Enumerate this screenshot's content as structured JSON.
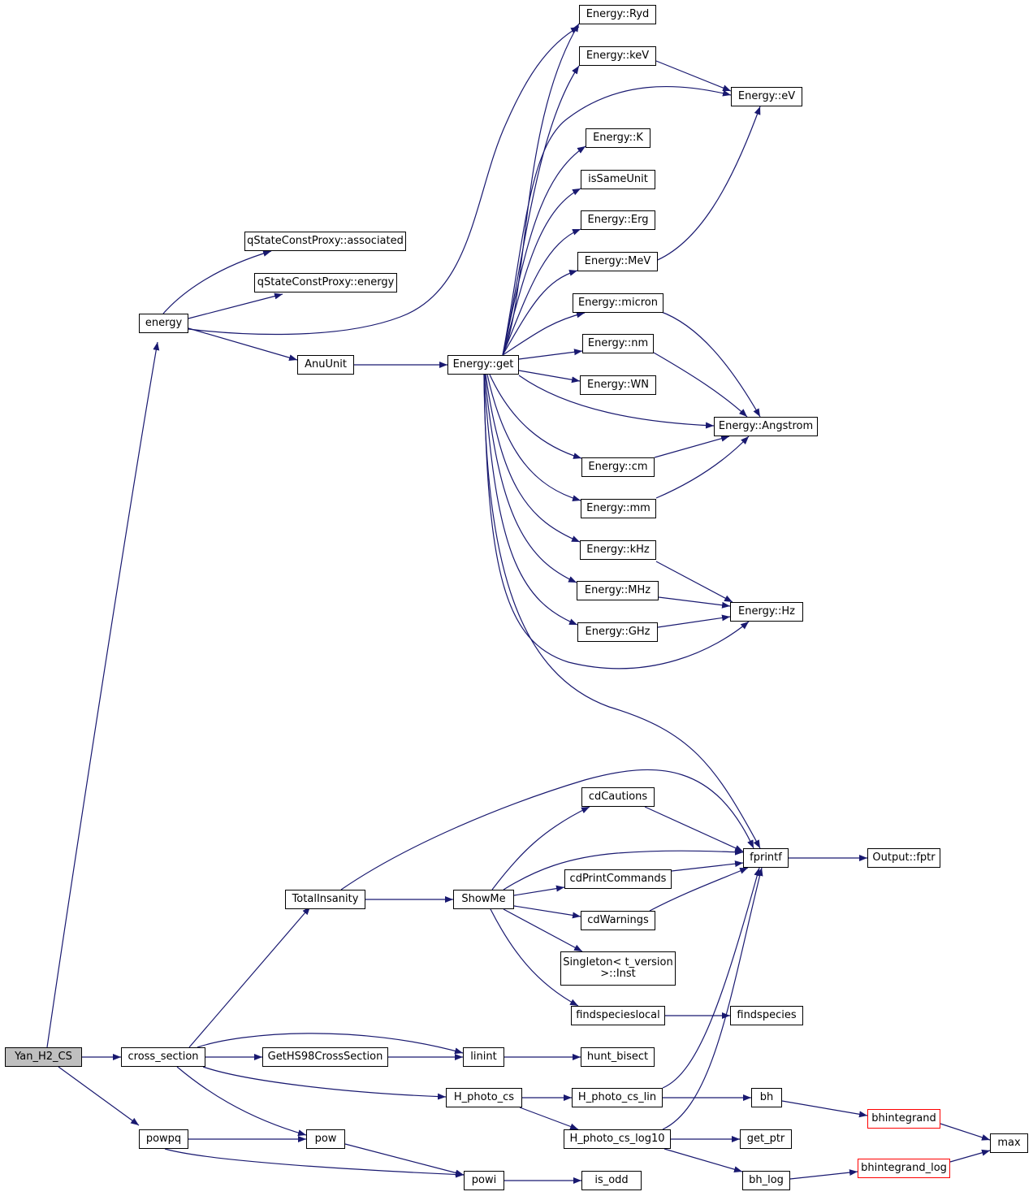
{
  "graph": {
    "nodes": [
      {
        "id": "yan",
        "label": "Yan_H2_CS",
        "root": true
      },
      {
        "id": "energy",
        "label": "energy"
      },
      {
        "id": "cross_section",
        "label": "cross_section"
      },
      {
        "id": "powpq",
        "label": "powpq"
      },
      {
        "id": "qscp_assoc",
        "label": "qStateConstProxy::associated"
      },
      {
        "id": "qscp_energy",
        "label": "qStateConstProxy::energy"
      },
      {
        "id": "anuunit",
        "label": "AnuUnit"
      },
      {
        "id": "energy_get",
        "label": "Energy::get"
      },
      {
        "id": "ryd",
        "label": "Energy::Ryd"
      },
      {
        "id": "kev",
        "label": "Energy::keV"
      },
      {
        "id": "ev",
        "label": "Energy::eV"
      },
      {
        "id": "ek",
        "label": "Energy::K"
      },
      {
        "id": "issameunit",
        "label": "isSameUnit"
      },
      {
        "id": "erg",
        "label": "Energy::Erg"
      },
      {
        "id": "mev",
        "label": "Energy::MeV"
      },
      {
        "id": "micron",
        "label": "Energy::micron"
      },
      {
        "id": "nm",
        "label": "Energy::nm"
      },
      {
        "id": "wn",
        "label": "Energy::WN"
      },
      {
        "id": "angstrom",
        "label": "Energy::Angstrom"
      },
      {
        "id": "cm",
        "label": "Energy::cm"
      },
      {
        "id": "mm",
        "label": "Energy::mm"
      },
      {
        "id": "khz",
        "label": "Energy::kHz"
      },
      {
        "id": "mhz",
        "label": "Energy::MHz"
      },
      {
        "id": "ghz",
        "label": "Energy::GHz"
      },
      {
        "id": "hz",
        "label": "Energy::Hz"
      },
      {
        "id": "totalinsanity",
        "label": "TotalInsanity"
      },
      {
        "id": "showme",
        "label": "ShowMe"
      },
      {
        "id": "cdcautions",
        "label": "cdCautions"
      },
      {
        "id": "cdprintcommands",
        "label": "cdPrintCommands"
      },
      {
        "id": "cdwarnings",
        "label": "cdWarnings"
      },
      {
        "id": "singleton",
        "label": "Singleton< t_version\n>::Inst"
      },
      {
        "id": "findspecieslocal",
        "label": "findspecieslocal"
      },
      {
        "id": "findspecies",
        "label": "findspecies"
      },
      {
        "id": "fprintf",
        "label": "fprintf"
      },
      {
        "id": "output_fptr",
        "label": "Output::fptr"
      },
      {
        "id": "geths98",
        "label": "GetHS98CrossSection"
      },
      {
        "id": "linint",
        "label": "linint"
      },
      {
        "id": "hunt_bisect",
        "label": "hunt_bisect"
      },
      {
        "id": "h_photo_cs",
        "label": "H_photo_cs"
      },
      {
        "id": "h_photo_cs_lin",
        "label": "H_photo_cs_lin"
      },
      {
        "id": "h_photo_cs_log10",
        "label": "H_photo_cs_log10"
      },
      {
        "id": "bh",
        "label": "bh"
      },
      {
        "id": "bhintegrand",
        "label": "bhintegrand",
        "red": true
      },
      {
        "id": "max",
        "label": "max"
      },
      {
        "id": "get_ptr",
        "label": "get_ptr"
      },
      {
        "id": "bh_log",
        "label": "bh_log"
      },
      {
        "id": "bhintegrand_log",
        "label": "bhintegrand_log",
        "red": true
      },
      {
        "id": "pow",
        "label": "pow"
      },
      {
        "id": "powi",
        "label": "powi"
      },
      {
        "id": "is_odd",
        "label": "is_odd"
      }
    ],
    "colors": {
      "edge": "#191970",
      "node_border": "#000000",
      "root_fill": "#bfbfbf",
      "highlight_border": "#ff0000"
    }
  }
}
